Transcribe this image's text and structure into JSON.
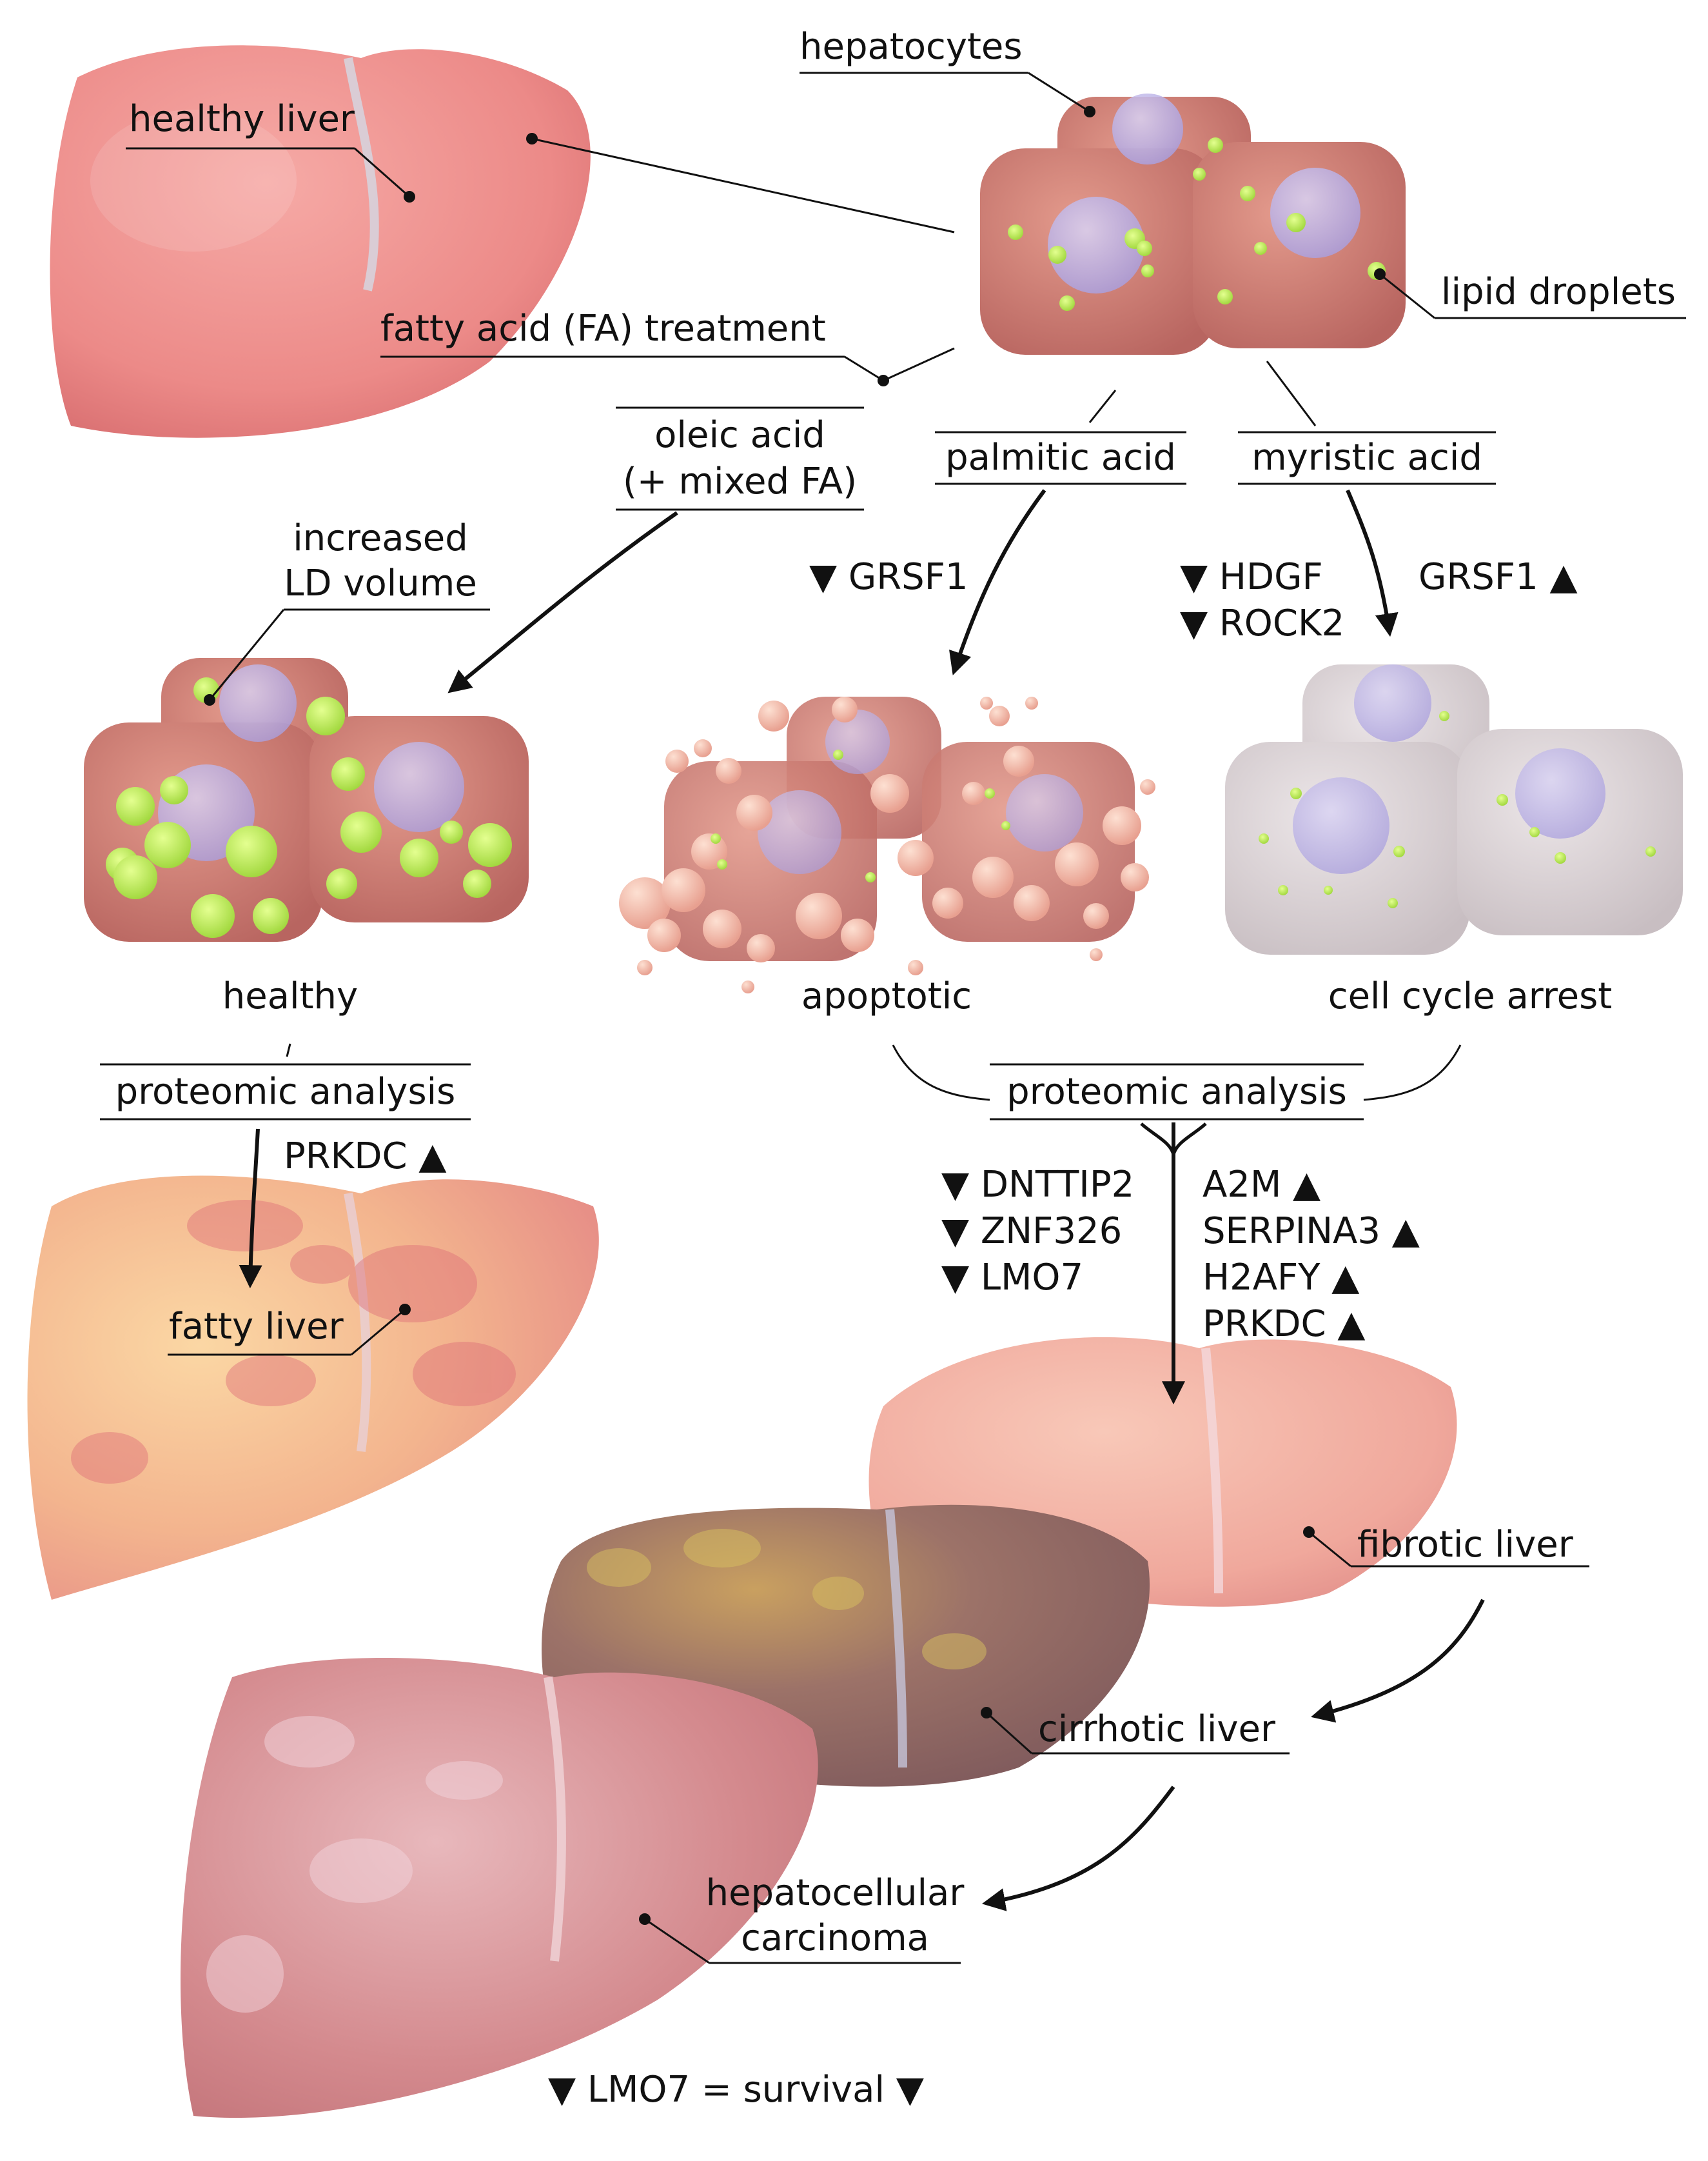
{
  "labels": {
    "hepatocytes": "hepatocytes",
    "healthy_liver": "healthy liver",
    "lipid_droplets": "lipid droplets",
    "fa_treatment": "fatty acid (FA) treatment",
    "oleic_line1": "oleic acid",
    "oleic_line2": "(+ mixed FA)",
    "palmitic": "palmitic acid",
    "myristic": "myristic acid",
    "increased_line1": "increased",
    "increased_line2": "LD volume",
    "grsf1_down": "▼ GRSF1",
    "hdgf_down": "▼ HDGF",
    "rock2_down": "▼ ROCK2",
    "grsf1_up": "GRSF1 ▲",
    "healthy": "healthy",
    "apoptotic": "apoptotic",
    "cell_cycle_arrest": "cell cycle arrest",
    "proteomic_left": "proteomic analysis",
    "proteomic_right": "proteomic analysis",
    "prkdc_up_left": "PRKDC ▲",
    "dnttip2_down": "▼ DNTTIP2",
    "znf326_down": "▼ ZNF326",
    "lmo7_down": "▼ LMO7",
    "a2m_up": "A2M ▲",
    "serpina3_up": "SERPINA3 ▲",
    "h2afy_up": "H2AFY ▲",
    "prkdc_up_right": "PRKDC ▲",
    "fatty_liver": "fatty liver",
    "fibrotic_liver": "fibrotic liver",
    "cirrhotic_liver": "cirrhotic liver",
    "hcc_line1": "hepatocellular",
    "hcc_line2": "carcinoma",
    "survival": "▼ LMO7 = survival ▼"
  },
  "colors": {
    "healthy_liver": "#ee8c8a",
    "fatty_liver": "#f3b48a",
    "fibrotic_liver": "#f2aaa0",
    "cirrhotic_liver": "#9a6f6a",
    "hcc_liver": "#d68a8e",
    "hepatocyte_cell": "#cf7a72",
    "nucleus": "#b8b0e6",
    "lipid_droplet": "#b7ec55",
    "arrest_cell": "#d8d1d3",
    "apoptotic_bleb": "#f0b0a0",
    "line": "#111111"
  },
  "icons": [
    "healthy-liver-illustration",
    "hepatocyte-cluster-illustration",
    "fatty-liver-illustration",
    "fibrotic-liver-illustration",
    "cirrhotic-liver-illustration",
    "hcc-liver-illustration"
  ]
}
